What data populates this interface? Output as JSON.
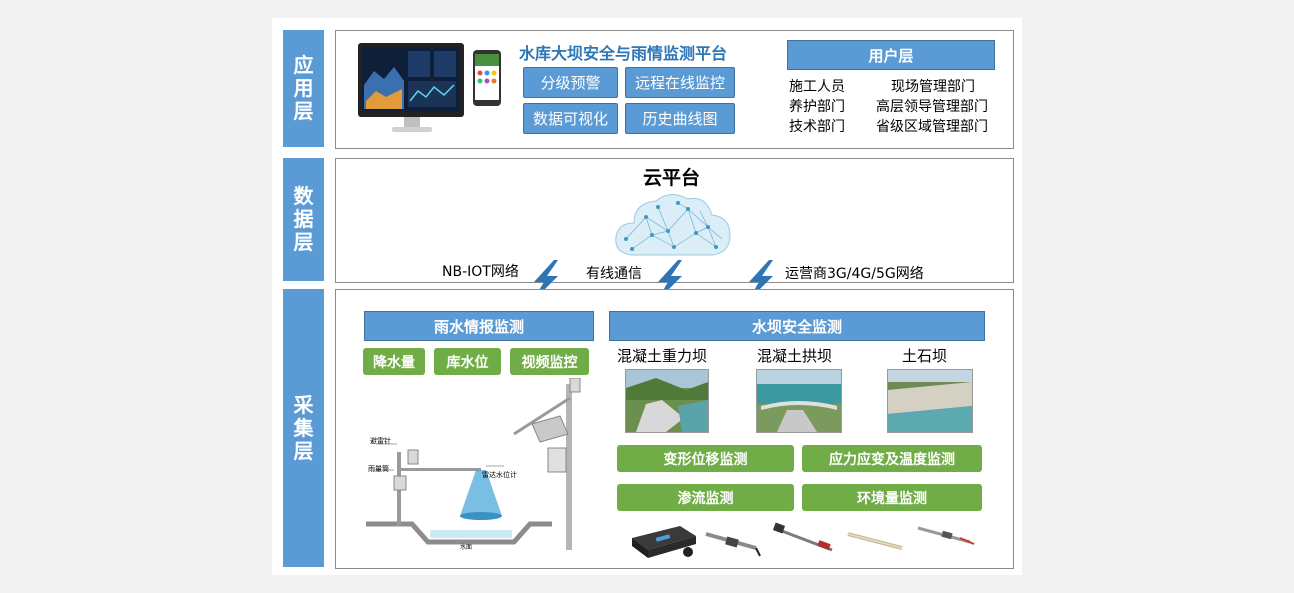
{
  "layers": {
    "application": "应用层",
    "data": "数据层",
    "acquisition": "采集层"
  },
  "platform": {
    "title": "水库大坝安全与雨情监测平台",
    "buttons": [
      "分级预警",
      "远程在线监控",
      "数据可视化",
      "历史曲线图"
    ]
  },
  "user_layer": {
    "title": "用户层",
    "users": [
      "施工人员",
      "现场管理部门",
      "养护部门",
      "高层领导管理部门",
      "技术部门",
      "省级区域管理部门"
    ]
  },
  "cloud": {
    "title": "云平台",
    "links": [
      "NB-IOT网络",
      "有线通信",
      "运营商3G/4G/5G网络"
    ]
  },
  "rain": {
    "title": "雨水情报监测",
    "buttons": [
      "降水量",
      "库水位",
      "视频监控"
    ],
    "station_labels": [
      "避雷针",
      "雨量筒",
      "雷达水位计",
      "水面"
    ]
  },
  "dam": {
    "title": "水坝安全监测",
    "types": [
      "混凝土重力坝",
      "混凝土拱坝",
      "土石坝"
    ],
    "monitors": [
      "变形位移监测",
      "应力应变及温度监测",
      "渗流监测",
      "环境量监测"
    ]
  },
  "colors": {
    "layer_blue": "#5b9bd5",
    "monitor_green": "#70ad47",
    "lightning": "#2e75b6"
  }
}
